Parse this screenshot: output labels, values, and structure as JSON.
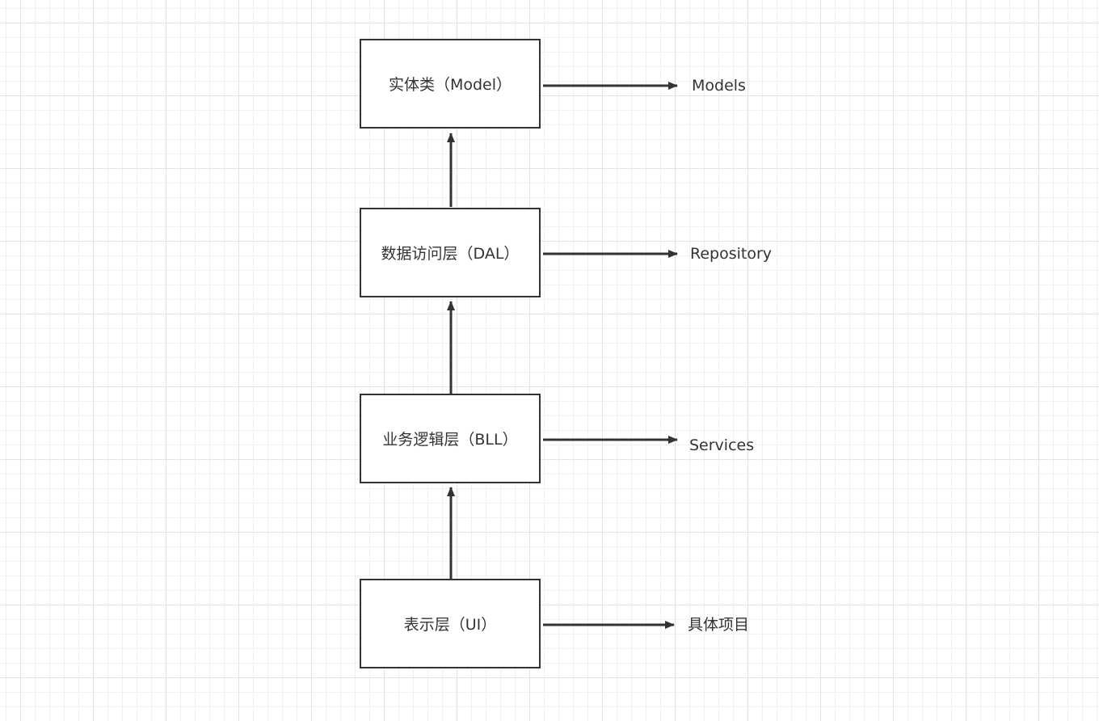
{
  "layers": [
    {
      "id": "model",
      "label": "实体类（Model）",
      "output": "Models"
    },
    {
      "id": "dal",
      "label": "数据访问层（DAL）",
      "output": "Repository"
    },
    {
      "id": "bll",
      "label": "业务逻辑层（BLL）",
      "output": "Services"
    },
    {
      "id": "ui",
      "label": "表示层（UI）",
      "output": "具体项目"
    }
  ],
  "colors": {
    "stroke": "#333333",
    "grid_major": "#e3e3e3",
    "grid_minor": "#f1f1f1"
  }
}
